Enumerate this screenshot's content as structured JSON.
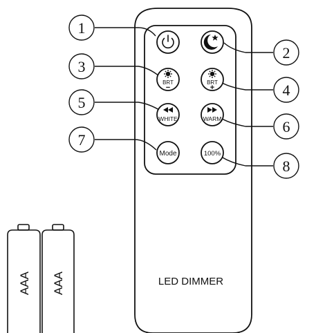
{
  "remote": {
    "title": "LED DIMMER",
    "buttons": [
      {
        "id": 1,
        "number": "1",
        "icon": "power-icon",
        "name": "power"
      },
      {
        "id": 2,
        "number": "2",
        "icon": "moon-star-icon",
        "name": "night-mode"
      },
      {
        "id": 3,
        "number": "3",
        "icon": "sun-icon",
        "name": "brightness-down",
        "text": "BRT",
        "sub": "−"
      },
      {
        "id": 4,
        "number": "4",
        "icon": "sun-icon",
        "name": "brightness-up",
        "text": "BRT",
        "sub": "+"
      },
      {
        "id": 5,
        "number": "5",
        "icon": "rewind-icon",
        "name": "white",
        "text": "WHITE"
      },
      {
        "id": 6,
        "number": "6",
        "icon": "fast-forward-icon",
        "name": "warm",
        "text": "WARM"
      },
      {
        "id": 7,
        "number": "7",
        "name": "mode",
        "text": "Mode"
      },
      {
        "id": 8,
        "number": "8",
        "name": "full-brightness",
        "text": "100%"
      }
    ]
  },
  "batteries": [
    {
      "label": "AAA"
    },
    {
      "label": "AAA"
    }
  ],
  "colors": {
    "stroke": "#111111",
    "background": "#ffffff"
  }
}
